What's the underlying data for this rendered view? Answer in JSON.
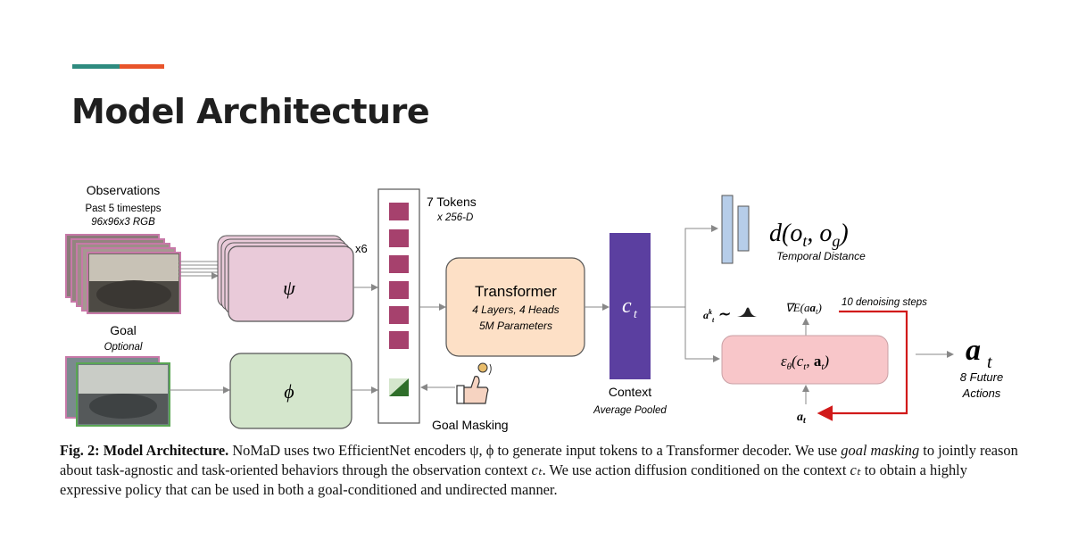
{
  "slide": {
    "title": "Model Architecture",
    "accent_colors": [
      "#2e8b7f",
      "#e8542a"
    ]
  },
  "diagram": {
    "observations": {
      "title": "Observations",
      "sub1": "Past 5 timesteps",
      "sub2": "96x96x3 RGB"
    },
    "goal": {
      "title": "Goal",
      "sub": "Optional"
    },
    "encoder_obs": {
      "symbol": "ψ",
      "multiplier": "x6"
    },
    "encoder_goal": {
      "symbol": "ϕ"
    },
    "tokens": {
      "title": "7 Tokens",
      "sub": "x 256-D"
    },
    "goal_masking": "Goal Masking",
    "transformer": {
      "title": "Transformer",
      "line1": "4 Layers, 4 Heads",
      "line2": "5M Parameters"
    },
    "context": {
      "symbol": "c",
      "subscript": "t",
      "label": "Context",
      "sub": "Average Pooled"
    },
    "distance": {
      "formula": "d(o",
      "label": "Temporal Distance"
    },
    "diffusion": {
      "denoising": "10 denoising steps",
      "grad": "∇E(a",
      "noise": "a"
    },
    "output": {
      "symbol": "a",
      "subscript": "t",
      "line1": "8 Future",
      "line2": "Actions"
    },
    "colors": {
      "psi": "#e9cad9",
      "phi": "#d4e6cc",
      "transformer": "#fde0c6",
      "context": "#5b3fa0",
      "token": "#a6416d",
      "diffusion": "#f8c6c9",
      "distance": "#b6cde9",
      "feedback": "#d11a1a"
    }
  },
  "caption": {
    "fig": "Fig. 2: Model Architecture.",
    "text1": " NoMaD uses two EfficientNet encoders ψ, ϕ to generate input tokens to a Transformer decoder. We use ",
    "italic1": "goal masking",
    "text2": " to jointly reason about task-agnostic and task-oriented behaviors through the observation context ",
    "ct1": "cₜ",
    "text3": ". We use action diffusion conditioned on the context ",
    "ct2": "cₜ",
    "text4": " to obtain a highly expressive policy that can be used in both a goal-conditioned and undirected manner."
  }
}
